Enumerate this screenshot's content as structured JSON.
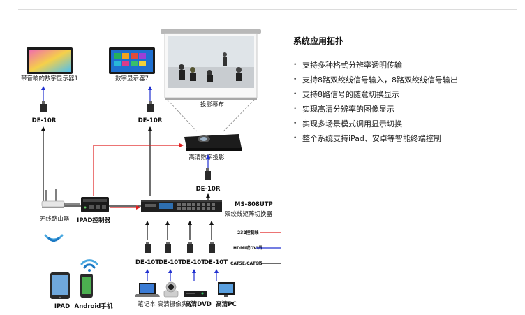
{
  "diagram": {
    "display1": "带音响的数字显示器1",
    "display7": "数字显示器7",
    "screen": "投影幕布",
    "projector": "高清数字投影",
    "receiver": "DE-10R",
    "matrix_model": "MS-808UTP",
    "matrix_desc": "双绞线矩阵切换器",
    "router": "无线路由器",
    "ipad_controller": "IPAD控制器",
    "transmitter": "DE-10T",
    "sources": [
      "笔记本",
      "高清摄像头",
      "高清DVD",
      "高清PC"
    ],
    "devices": [
      "IPAD",
      "Android手机"
    ],
    "legend": [
      "232控制线",
      "HDMI或DVI线",
      "CAT5E/CAT6线"
    ]
  },
  "info": {
    "title": "系统应用拓扑",
    "features": [
      "支持多种格式分辨率透明传输",
      "支持8路双绞线信号输入，8路双绞线信号输出",
      "支持8路信号的随意切换显示",
      "实现高清分辨率的图像显示",
      "实现多场景模式调用显示切换",
      "整个系统支持iPad、安卓等智能终端控制"
    ]
  },
  "colors": {
    "control_line": "#e02020",
    "hdmi_line": "#2030d0",
    "cat_line": "#111111"
  }
}
